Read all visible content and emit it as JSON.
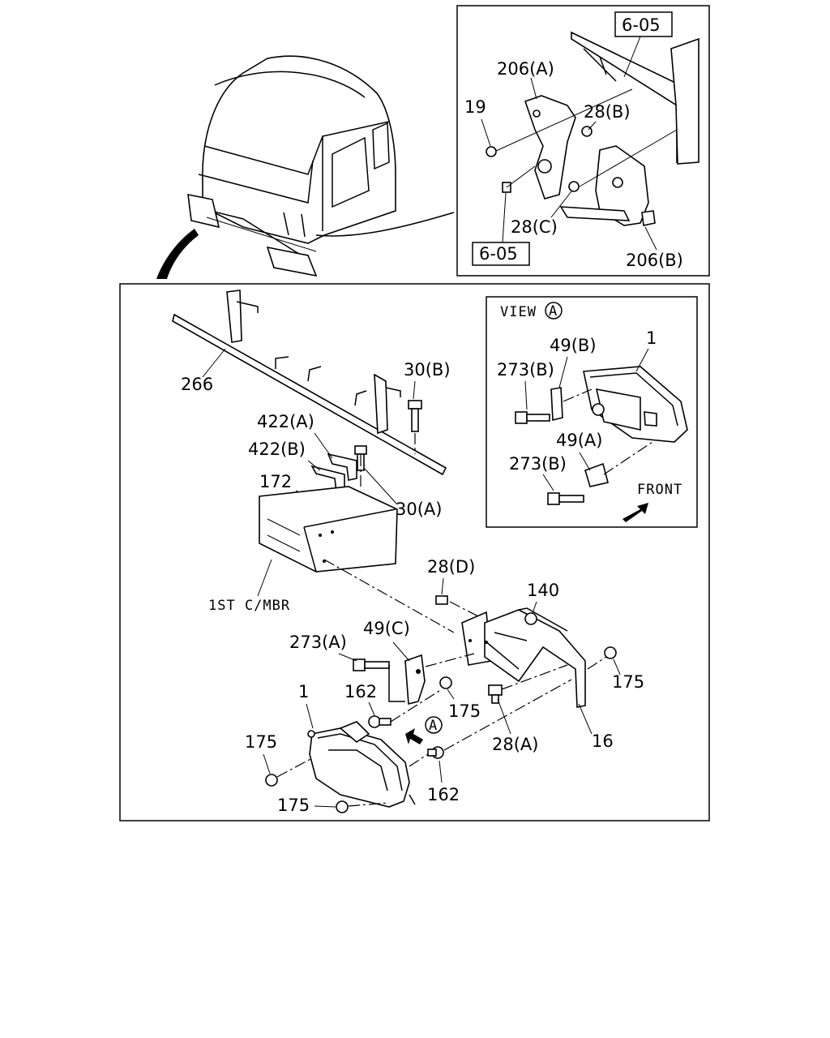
{
  "labels": {
    "ref_top": "6-05",
    "ref_bottom": "6-05",
    "p206a": "206(A)",
    "p19": "19",
    "p28b": "28(B)",
    "p28c": "28(C)",
    "p206b": "206(B)",
    "view_title": "VIEW",
    "view_circle": "A",
    "p49b": "49(B)",
    "p1_view": "1",
    "p273b_1": "273(B)",
    "p49a": "49(A)",
    "p273b_2": "273(B)",
    "front": "FRONT",
    "p266": "266",
    "p30b": "30(B)",
    "p422a": "422(A)",
    "p422b": "422(B)",
    "p172": "172",
    "p30a": "30(A)",
    "member": "1ST C/MBR",
    "p28d": "28(D)",
    "p140": "140",
    "p273a": "273(A)",
    "p49c": "49(C)",
    "p1": "1",
    "p162_1": "162",
    "p175_1": "175",
    "p175_2": "175",
    "p175_3": "175",
    "p175_4": "175",
    "p28a": "28(A)",
    "p16": "16",
    "p162_2": "162",
    "arrow_a": "A"
  }
}
